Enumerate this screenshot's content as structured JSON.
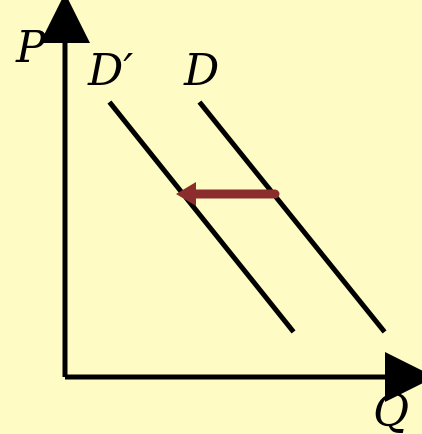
{
  "labels": {
    "price_axis": "P",
    "quantity_axis": "Q",
    "original_demand": "D",
    "new_demand": "D′"
  },
  "colors": {
    "background": "#FEFCC4",
    "axes": "#000000",
    "demand_lines": "#000000",
    "shift_arrow": "#8B2D2D"
  },
  "icons": {
    "shift_arrow": "left-arrow-icon"
  }
}
